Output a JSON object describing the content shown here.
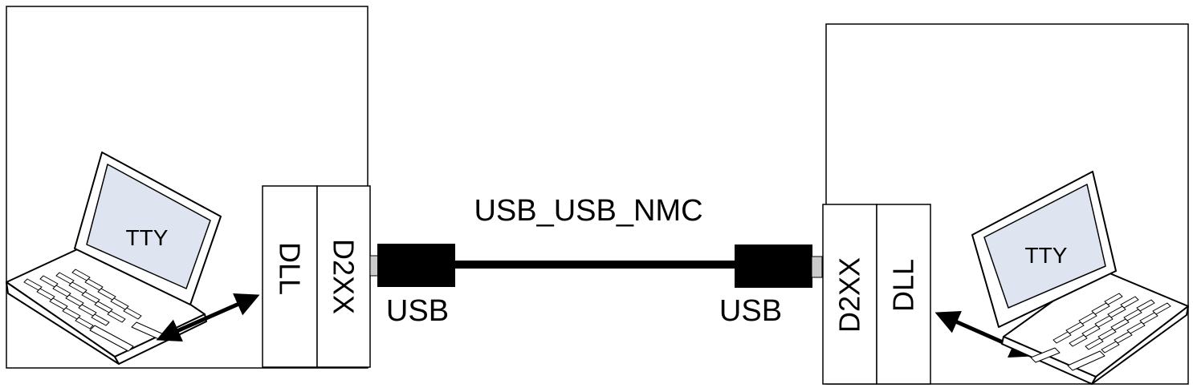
{
  "cable": {
    "title": "USB_USB_NMC"
  },
  "left_host": {
    "screen_label": "TTY",
    "dll_label": "DLL",
    "d2xx_label": "D2XX",
    "usb_label": "USB"
  },
  "right_host": {
    "screen_label": "TTY",
    "dll_label": "DLL",
    "d2xx_label": "D2XX",
    "usb_label": "USB"
  },
  "colors": {
    "stroke": "#000000",
    "screen_fill": "#dfe5f0",
    "connector_plug": "#000000",
    "connector_tip": "#cccccc"
  }
}
